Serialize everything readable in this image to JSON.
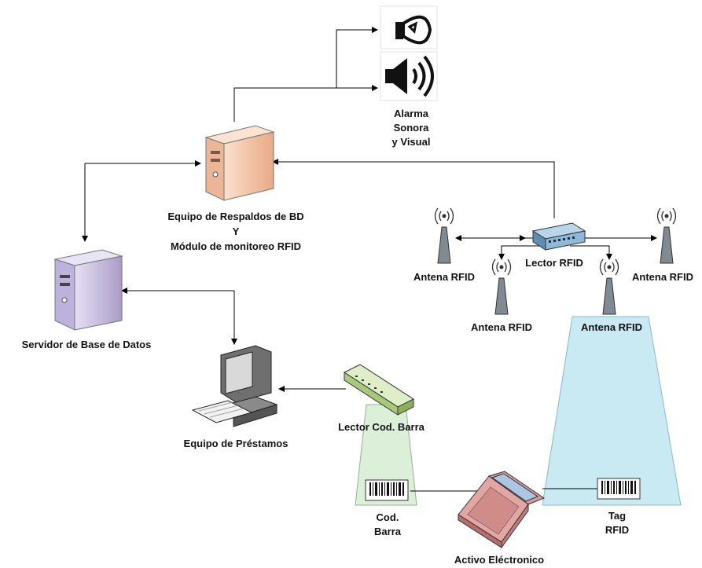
{
  "labels": {
    "alarm_line1": "Alarma",
    "alarm_line2": "Sonora",
    "alarm_line3": "y Visual",
    "backup_line1": "Equipo de Respaldos de BD",
    "backup_line2": "Y",
    "backup_line3": "Módulo de monitoreo RFID",
    "db_server": "Servidor de Base de Datos",
    "lector_rfid": "Lector RFID",
    "antena_left": "Antena RFID",
    "antena_right": "Antena RFID",
    "antena_mid": "Antena RFID",
    "antena_beam": "Antena RFID",
    "loan_station": "Equipo de Préstamos",
    "barcode_reader": "Lector Cod. Barra",
    "cod_barra_line1": "Cod.",
    "cod_barra_line2": "Barra",
    "tag_line1": "Tag",
    "tag_line2": "RFID",
    "asset": "Activo Eléctronico"
  },
  "colors": {
    "backup_server": "#f7c8a8",
    "db_server": "#cfc6e6",
    "rfid_beam": "#c9e9f3",
    "barcode_beam": "#dcefd9",
    "laptop": "#e3a6a2",
    "switch": "#8fb7d6",
    "barcode_device": "#c6dfa3",
    "line": "#000000"
  },
  "icons": [
    "lightbulb-icon",
    "speaker-icon",
    "server-icon",
    "database-server-icon",
    "rfid-reader-icon",
    "antenna-icon",
    "desktop-computer-icon",
    "barcode-scanner-icon",
    "laptop-icon",
    "barcode-icon"
  ]
}
